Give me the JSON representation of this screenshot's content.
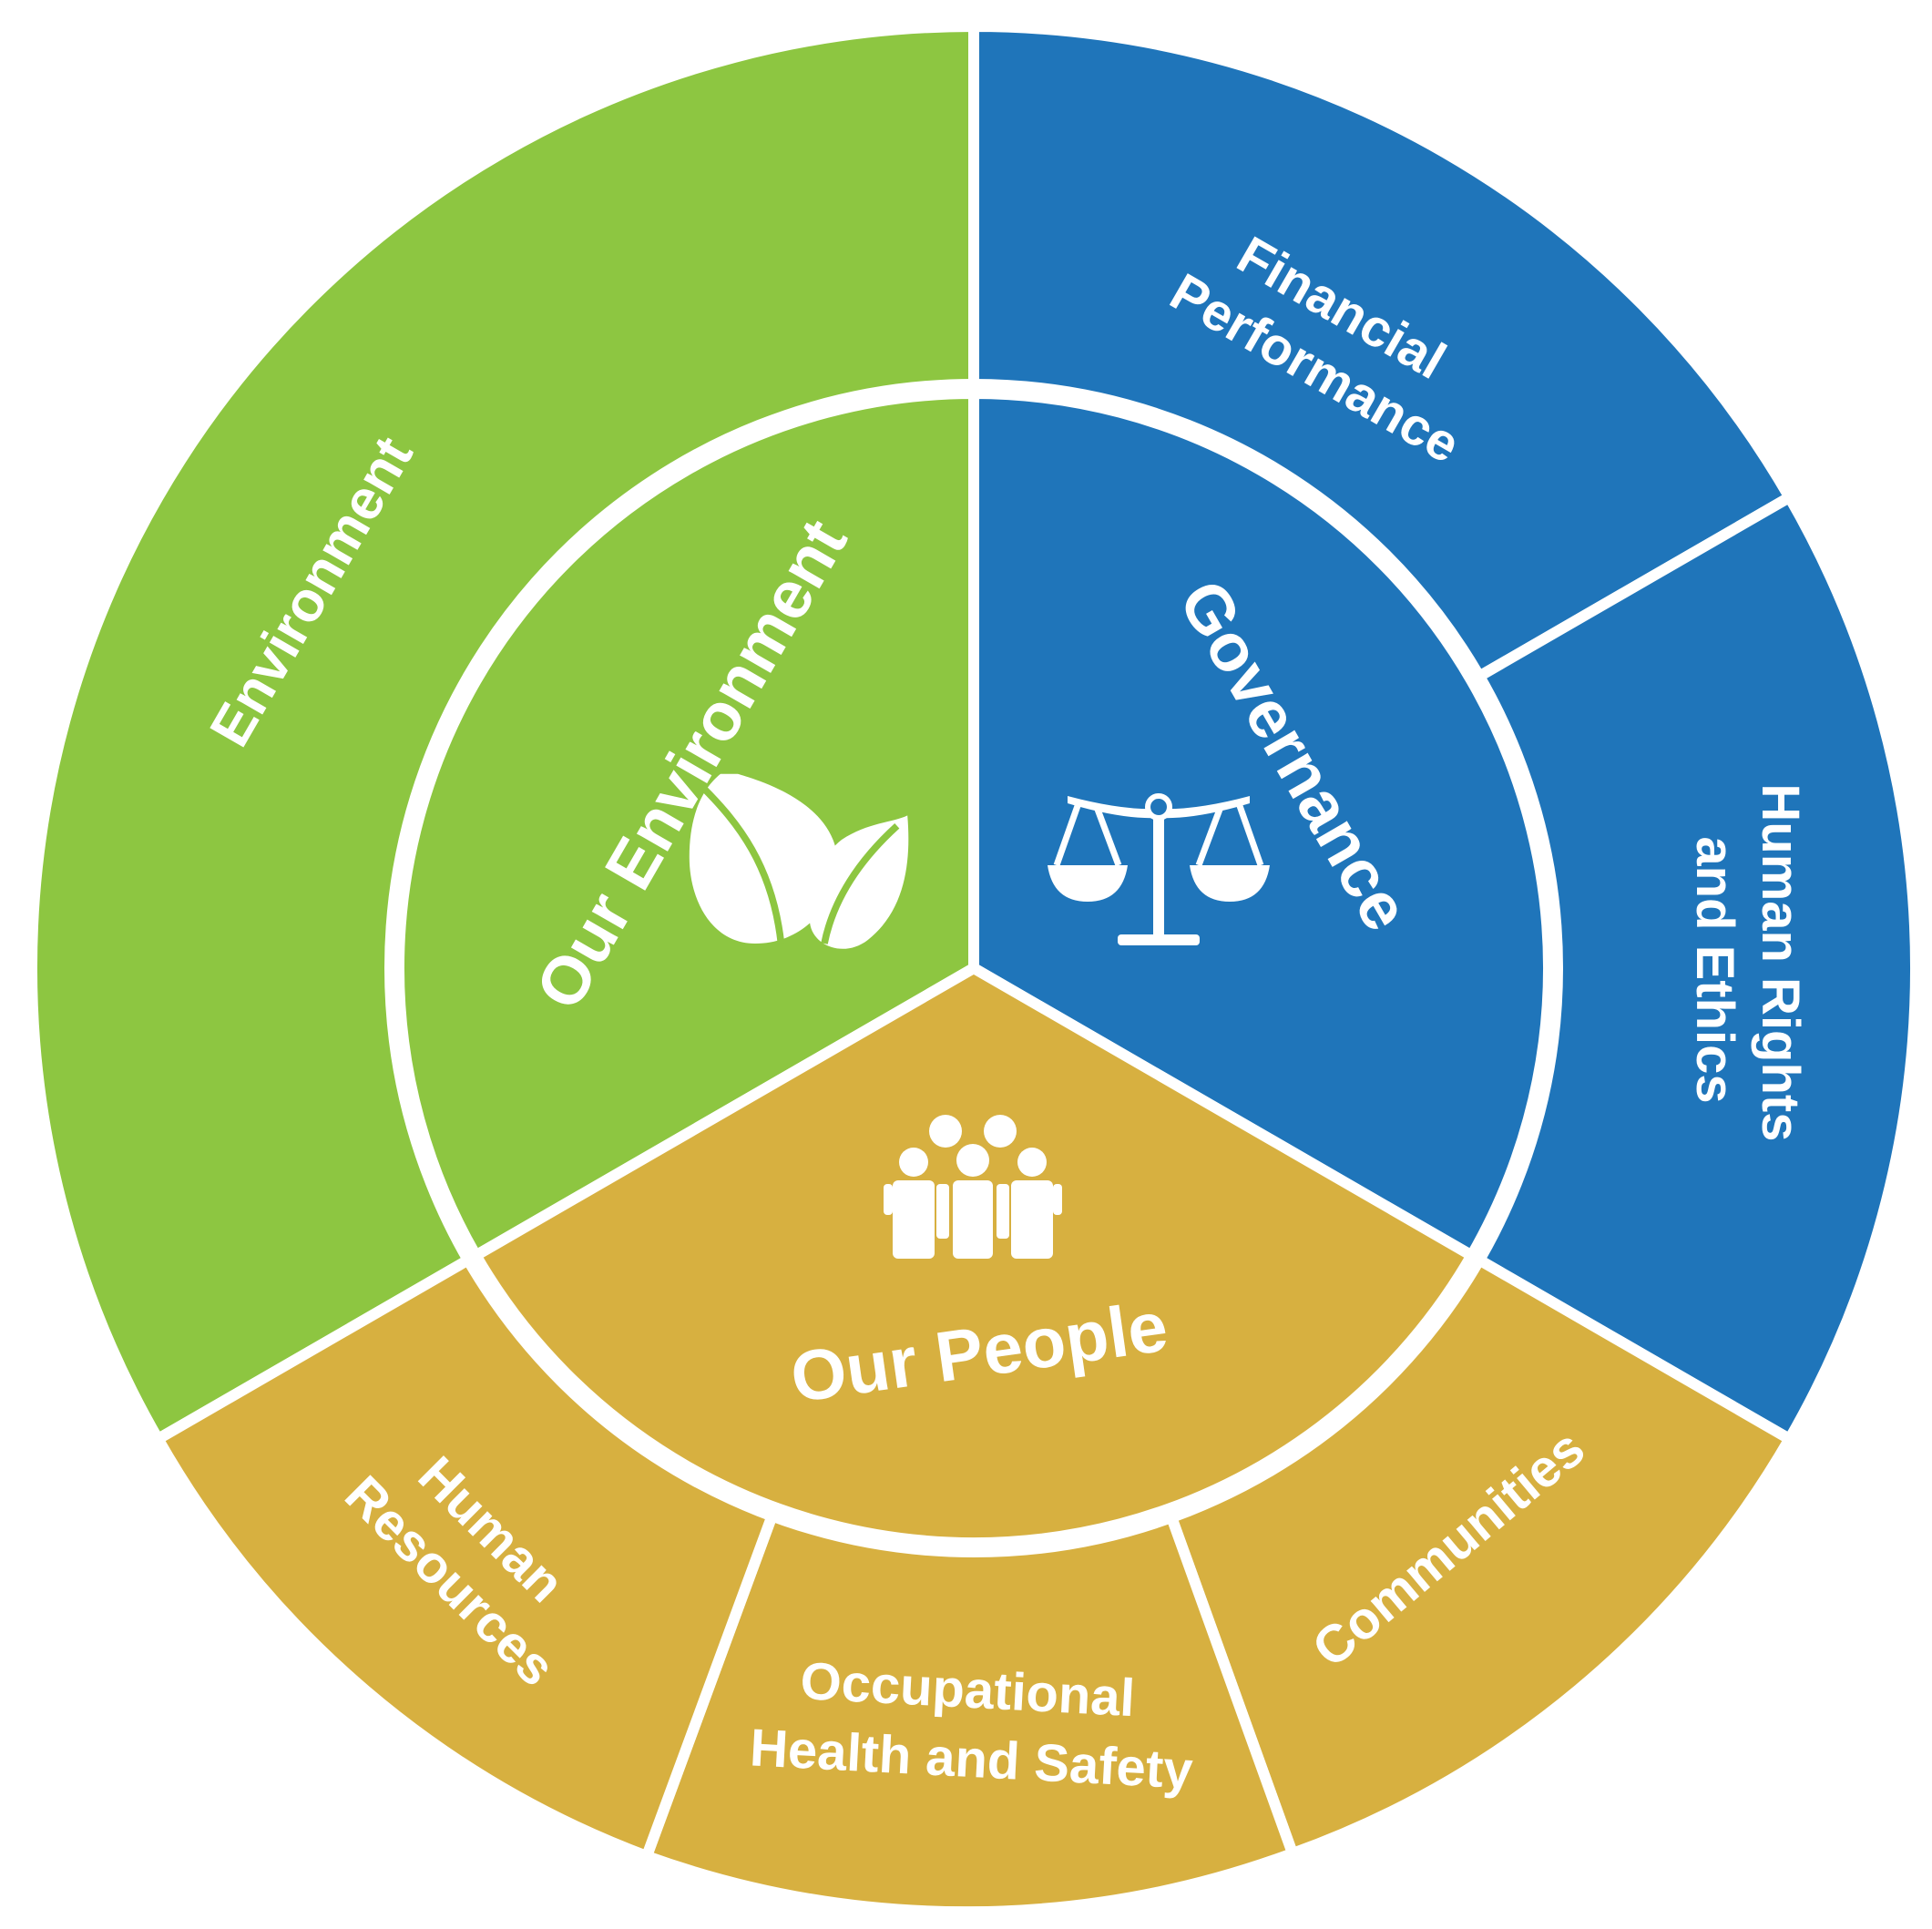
{
  "colors": {
    "environment": "#8DC641",
    "governance": "#1F75BA",
    "people": "#D7B040",
    "divider": "#ffffff",
    "text": "#ffffff"
  },
  "pillars": {
    "environment": {
      "label": "Our Environment",
      "icon": "leaves-icon"
    },
    "governance": {
      "label": "Governance",
      "icon": "scales-of-justice-icon"
    },
    "people": {
      "label": "Our People",
      "icon": "group-of-people-icon"
    }
  },
  "topics": {
    "environment": {
      "line1": "Environment"
    },
    "financial": {
      "line1": "Financial",
      "line2": "Performance"
    },
    "human_rights": {
      "line1": "Human Rights",
      "line2": "and Ethics"
    },
    "communities": {
      "line1": "Communities"
    },
    "ohs": {
      "line1": "Occupational",
      "line2": "Health and Safety"
    },
    "human_resources": {
      "line1": "Human",
      "line2": "Resources"
    }
  }
}
